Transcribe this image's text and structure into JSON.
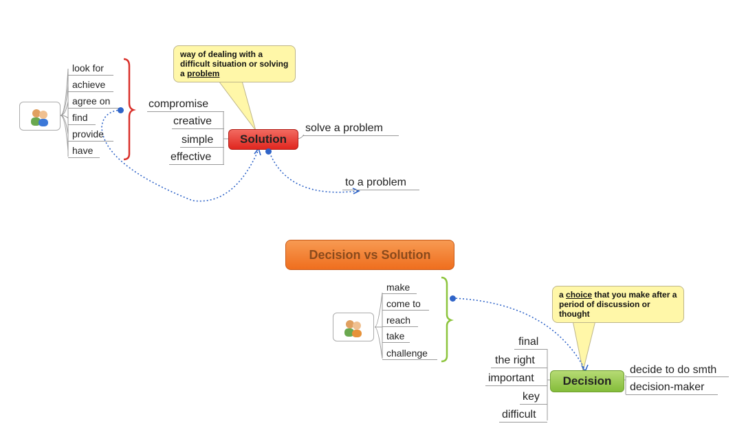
{
  "solution": {
    "central": "Solution",
    "callout": {
      "pre": "way of dealing with a difficult situation or solving a ",
      "link": "problem"
    },
    "verbs": [
      "look for",
      "achieve",
      "agree on",
      "find",
      "provide",
      "have"
    ],
    "adjectives": [
      "compromise",
      "creative",
      "simple",
      "effective"
    ],
    "right_branch": "solve a problem",
    "linked": "to a problem"
  },
  "title": "Decision vs Solution",
  "decision": {
    "central": "Decision",
    "callout": {
      "pre": "a ",
      "link": "choice",
      "post": " that you make after a period of discussion or thought"
    },
    "verbs": [
      "make",
      "come to",
      "reach",
      "take",
      "challenge"
    ],
    "adjectives": [
      "final",
      "the right",
      "important",
      "key",
      "difficult"
    ],
    "right_branches": [
      "decide to do smth",
      "decision-maker"
    ]
  },
  "icons": [
    "people-icon",
    "people-icon"
  ],
  "colors": {
    "solution": "#e8322c",
    "decision": "#8cc43c",
    "title": "#f07a2c",
    "brace_red": "#d9302a",
    "brace_green": "#8cc43c",
    "link": "#2f64c8",
    "callout": "#fff7a8"
  }
}
